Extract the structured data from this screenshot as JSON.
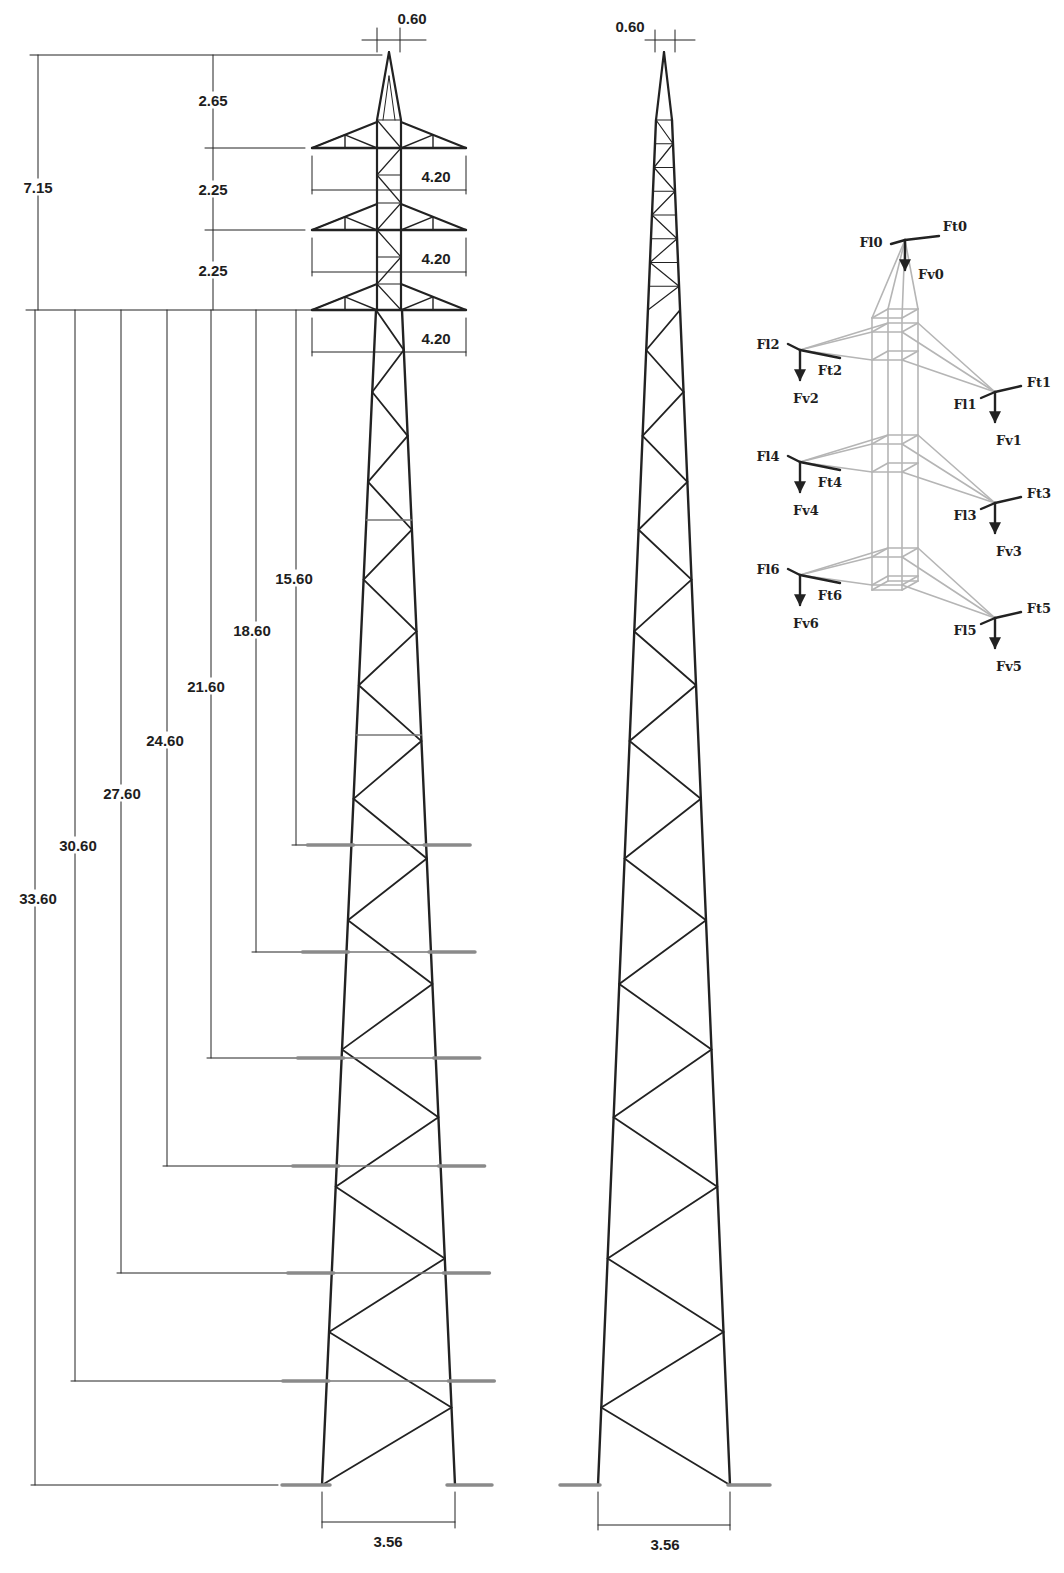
{
  "diagram": {
    "labels": [
      "0.60",
      "2.65",
      "7.15",
      "2.25",
      "4.20",
      "2.25",
      "4.20",
      "4.20",
      "15.60",
      "18.60",
      "21.60",
      "24.60",
      "27.60",
      "30.60",
      "33.60",
      "3.56",
      "0.60",
      "3.56",
      "Fl0",
      "Ft0",
      "Fv0",
      "Fl2",
      "Ft2",
      "Fv2",
      "Ft1",
      "Fl1",
      "Fv1",
      "Fl4",
      "Ft4",
      "Fv4",
      "Ft3",
      "Fl3",
      "Fv3",
      "Fl6",
      "Ft6",
      "Fv6",
      "Ft5",
      "Fl5",
      "Fv5"
    ]
  }
}
